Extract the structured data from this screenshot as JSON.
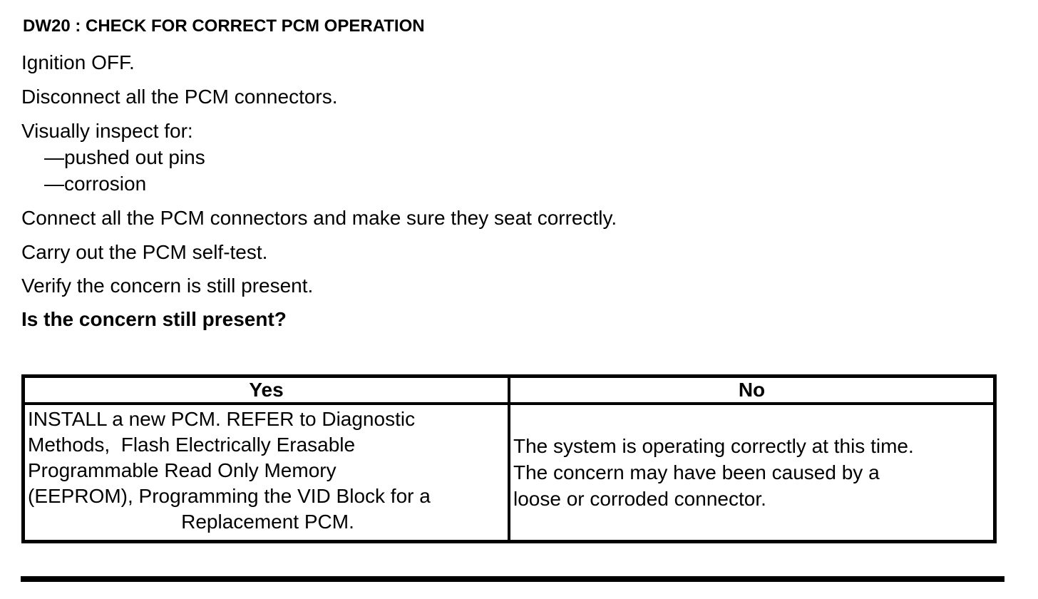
{
  "title": "DW20 : CHECK FOR CORRECT PCM OPERATION",
  "steps": {
    "ignition": "Ignition OFF.",
    "disconnect": "Disconnect all the PCM connectors.",
    "inspect_intro": "Visually inspect for:",
    "inspect_items": [
      "—pushed out pins",
      "—corrosion"
    ],
    "connect": "Connect all the PCM connectors and make sure they seat correctly.",
    "self_test": "Carry out the PCM self-test.",
    "verify": "Verify the concern is still present."
  },
  "question": "Is the concern still present?",
  "decision_table": {
    "yes_header": "Yes",
    "no_header": "No",
    "yes_action_lines": [
      "INSTALL a new PCM. REFER to Diagnostic",
      "Methods,  Flash Electrically Erasable",
      "Programmable Read Only Memory",
      "(EEPROM), Programming the VID Block for a",
      "Replacement PCM."
    ],
    "no_action_lines": [
      "The system is operating correctly at this time.",
      "The concern may have been caused by a",
      "loose or corroded connector."
    ]
  }
}
